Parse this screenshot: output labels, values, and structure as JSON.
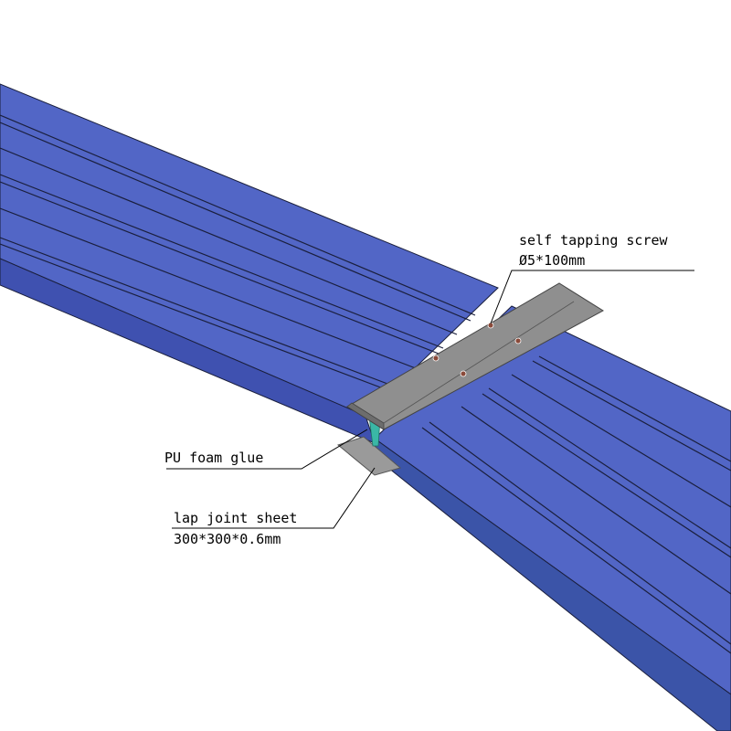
{
  "diagram": {
    "callouts": {
      "screw": {
        "label": "self tapping screw",
        "spec": "Ø5*100mm"
      },
      "glue": {
        "label": "PU foam glue"
      },
      "lap_sheet": {
        "label": "lap joint sheet",
        "spec": "300*300*0.6mm"
      }
    },
    "colors": {
      "panel_top": "#5266c6",
      "panel_side": "#3f51b0",
      "panel_bottom": "#3b54a8",
      "rib_line": "#1a1f3d",
      "cover_plate": "#8f8f8f",
      "cover_plate_edge": "#6d6d6d",
      "lap_sheet": "#9a9a9a",
      "glue": "#3ab7a6",
      "screw": "#8a4a3a",
      "leader": "#000000"
    }
  }
}
